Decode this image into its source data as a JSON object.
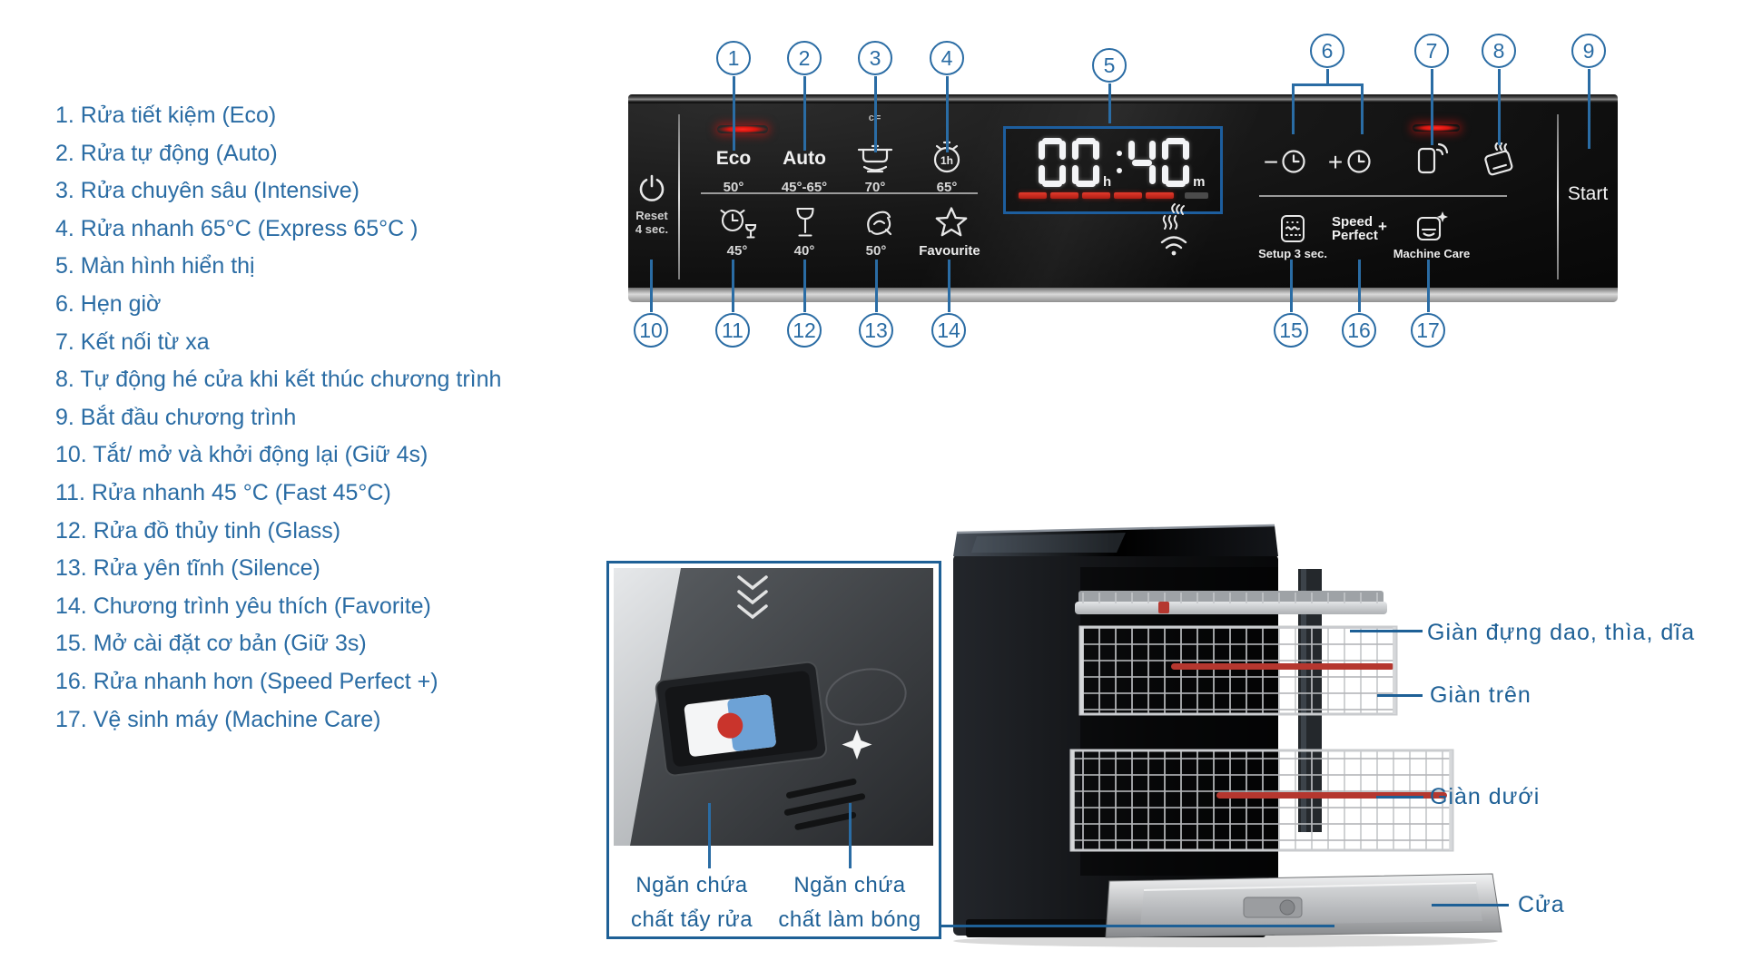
{
  "colors": {
    "accent": "#2a6ca4",
    "label_accent": "#1e6096",
    "panel_black": "#0c0c0c",
    "indicator_red": "#d81610",
    "display_border": "#1d5e9e"
  },
  "legend": {
    "items": [
      "1. Rửa tiết kiệm (Eco)",
      "2. Rửa tự động (Auto)",
      "3. Rửa chuyên sâu (Intensive)",
      "4. Rửa nhanh 65°C (Express 65°C )",
      "5. Màn hình hiển thị",
      "6. Hẹn giờ",
      "7. Kết nối từ xa",
      "8. Tự động hé cửa khi kết thúc chương trình",
      "9. Bắt đầu chương trình",
      "10. Tắt/ mở và khởi động lại (Giữ 4s)",
      "11. Rửa nhanh 45 °C (Fast 45°C)",
      "12. Rửa đồ thủy tinh (Glass)",
      "13. Rửa yên tĩnh (Silence)",
      "14. Chương trình yêu thích (Favorite)",
      "15. Mở cài đặt cơ bản (Giữ 3s)",
      "16. Rửa nhanh hơn (Speed Perfect +)",
      "17. Vệ sinh máy (Machine Care)"
    ]
  },
  "callouts": {
    "numbers": [
      "1",
      "2",
      "3",
      "4",
      "5",
      "6",
      "7",
      "8",
      "9",
      "10",
      "11",
      "12",
      "13",
      "14",
      "15",
      "16",
      "17"
    ]
  },
  "panel": {
    "power": {
      "label_line1": "Reset",
      "label_line2": "4 sec."
    },
    "programs_top": [
      {
        "id": "eco",
        "label": "Eco",
        "temp": "50°"
      },
      {
        "id": "auto",
        "label": "Auto",
        "temp": "45°-65°"
      },
      {
        "id": "intensive",
        "icon": "pot-icon",
        "badge": "c=",
        "temp": "70°"
      },
      {
        "id": "express",
        "icon": "alarm-1h-icon",
        "temp": "65°"
      }
    ],
    "programs_bottom": [
      {
        "id": "fast45",
        "icon": "quick-wash-icon",
        "temp": "45°"
      },
      {
        "id": "glass",
        "icon": "wine-glass-icon",
        "temp": "40°"
      },
      {
        "id": "silence",
        "icon": "silence-icon",
        "temp": "50°"
      },
      {
        "id": "favourite",
        "icon": "star-icon",
        "label": "Favourite"
      }
    ],
    "display": {
      "time": "00:40",
      "hour_unit": "h",
      "minute_unit": "m",
      "progress_active": 5,
      "progress_dim": 1
    },
    "timer": {
      "minus": "−",
      "plus": "+"
    },
    "right": {
      "setup_label": "Setup 3 sec.",
      "speed_word1": "Speed",
      "speed_plus": "+",
      "speed_word2": "Perfect",
      "machine_care_label": "Machine Care",
      "start_label": "Start"
    }
  },
  "dishwasher_labels": {
    "cutlery_rack": "Giàn đựng dao, thìa, dĩa",
    "upper_rack": "Giàn trên",
    "lower_rack": "Giàn dưới",
    "door": "Cửa"
  },
  "inset_labels": [
    {
      "line1": "Ngăn chứa",
      "line2": "chất tẩy rửa"
    },
    {
      "line1": "Ngăn chứa",
      "line2": "chất làm bóng"
    }
  ]
}
